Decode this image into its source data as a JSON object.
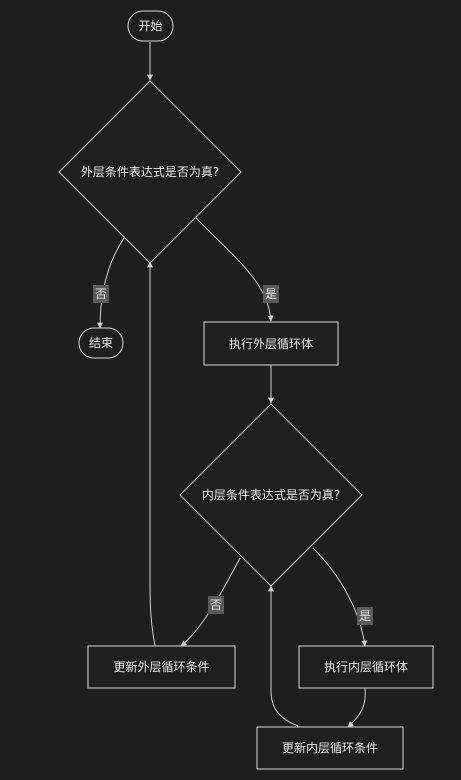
{
  "nodes": {
    "start": "开始",
    "outer_condition": "外层条件表达式是否为真?",
    "end": "结束",
    "outer_body": "执行外层循环体",
    "inner_condition": "内层条件表达式是否为真?",
    "update_outer": "更新外层循环条件",
    "inner_body": "执行内层循环体",
    "update_inner": "更新内层循环条件"
  },
  "edge_labels": {
    "outer_no": "否",
    "outer_yes": "是",
    "inner_no": "否",
    "inner_yes": "是"
  },
  "colors": {
    "background": "#1e1e1e",
    "node_fill": "#1f1f1f",
    "stroke": "#d9d9d9",
    "text": "#e8e8e8",
    "label_background": "#5a5a5a"
  }
}
